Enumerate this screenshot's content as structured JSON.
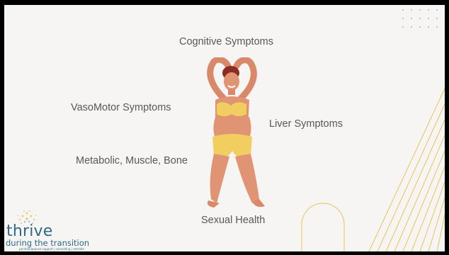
{
  "labels": {
    "cognitive": "Cognitive Symptoms",
    "vasomotor": "VasoMotor Symptoms",
    "liver": "Liver Symptoms",
    "metabolic": "Metabolic, Muscle, Bone",
    "sexual": "Sexual Health"
  },
  "logo": {
    "name": "thrive",
    "subtitle": "during the transition",
    "tagline": "perimenopause support | consulting | retreats"
  },
  "colors": {
    "background": "#f6f5f3",
    "text": "#5a5753",
    "accent_gold": "#e8c25a",
    "brand_teal": "#2e6a82"
  }
}
